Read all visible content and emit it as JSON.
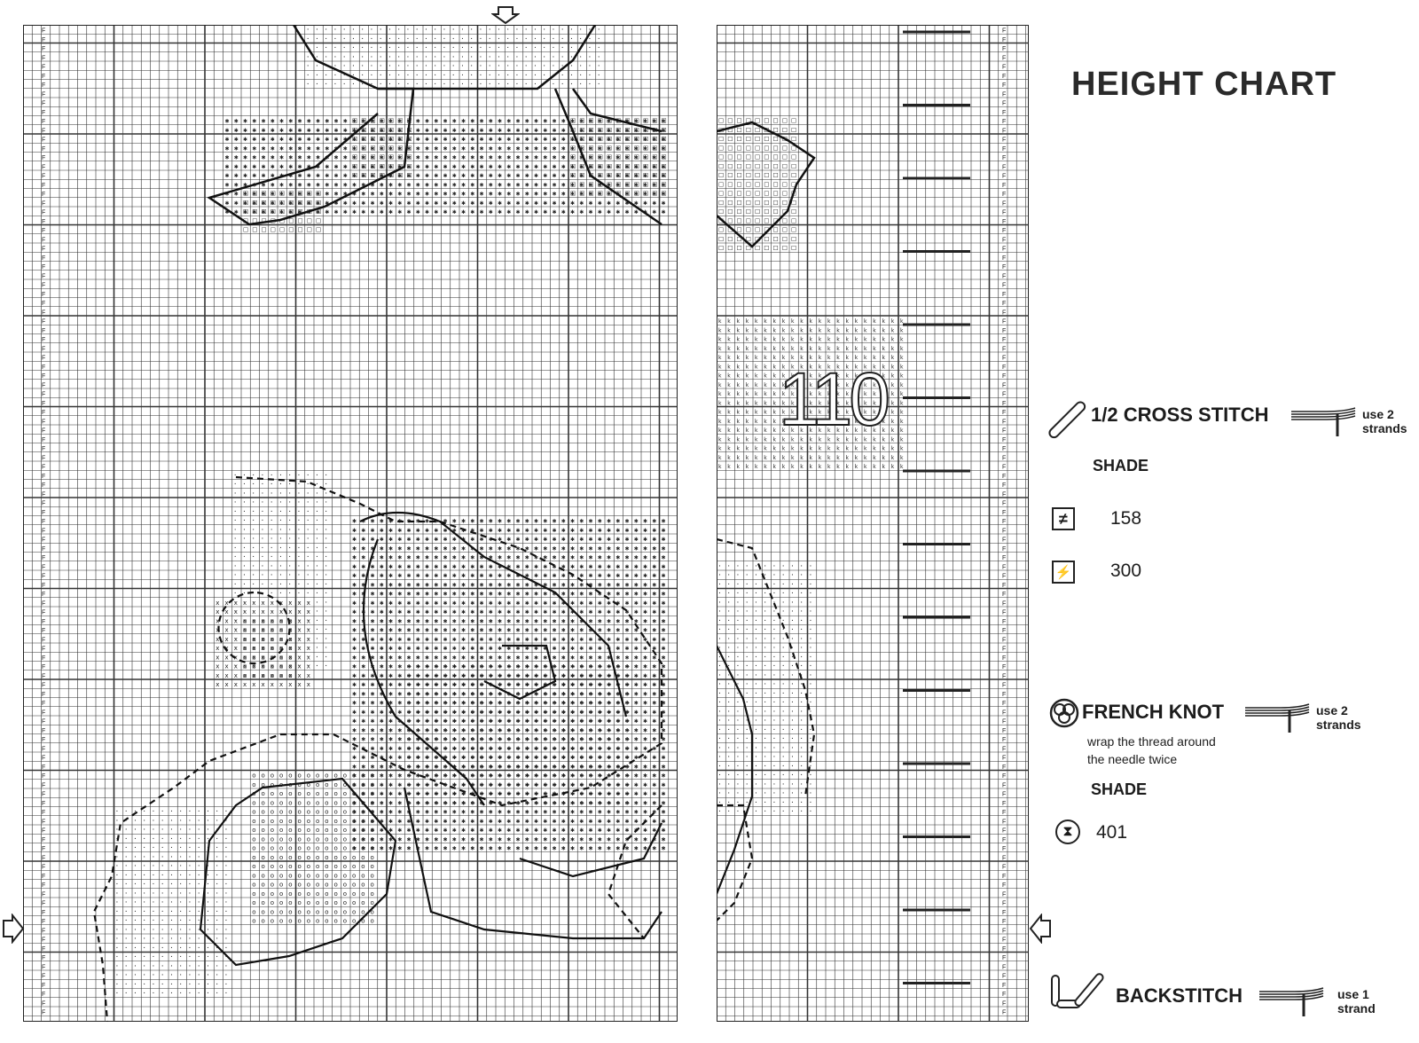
{
  "title": "HEIGHT CHART",
  "chart_number": "110",
  "half_cross": {
    "label": "1/2 CROSS STITCH",
    "strands": "use 2\nstrands",
    "shade_label": "SHADE",
    "shades": [
      {
        "symbol": "≠",
        "code": "158"
      },
      {
        "symbol": "⚡",
        "code": "300"
      }
    ]
  },
  "french_knot": {
    "label": "FRENCH KNOT",
    "strands": "use 2\nstrands",
    "note_line1": "wrap the thread around",
    "note_line2": "the needle twice",
    "shade_label": "SHADE",
    "shades": [
      {
        "symbol": "⧗",
        "code": "401"
      }
    ]
  },
  "backstitch": {
    "label": "BACKSTITCH",
    "strands": "use 1\nstrand"
  },
  "edge_marker": "F"
}
